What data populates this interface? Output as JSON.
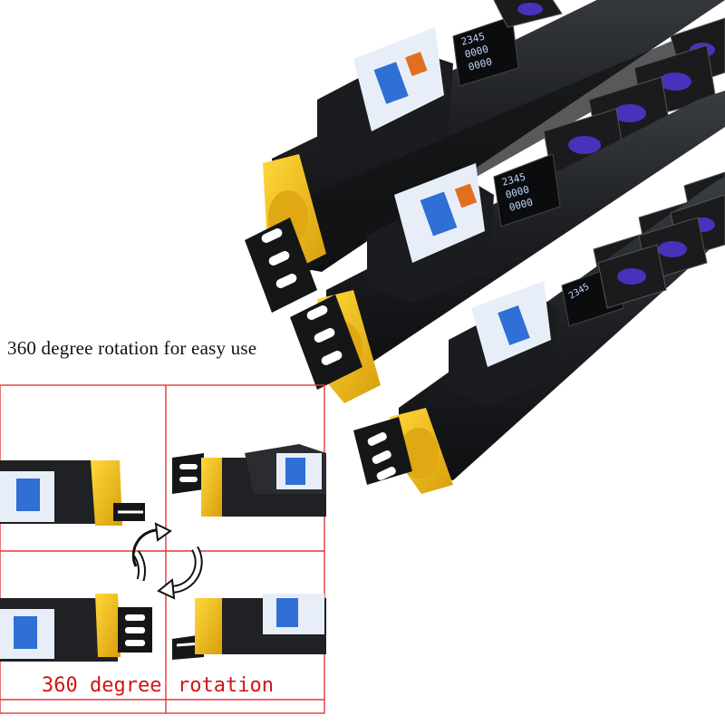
{
  "top_caption": "360 degree rotation for easy use",
  "bottom_caption_left": "360 degree",
  "bottom_caption_right": "rotation",
  "meter_readings": {
    "line1": "2345",
    "line2": "0000",
    "line3": "0000"
  },
  "colors": {
    "body": "#1f2124",
    "end_cap": "#f2c21b",
    "grid": "#e03a3a",
    "socket_glow": "#5a3cff",
    "breaker": "#2f6fd6",
    "caption_red": "#d21414"
  },
  "icons": [
    "rotate-arrows-icon",
    "mounting-bracket-icon",
    "circuit-breaker-icon",
    "socket-icon",
    "meter-display-icon"
  ]
}
